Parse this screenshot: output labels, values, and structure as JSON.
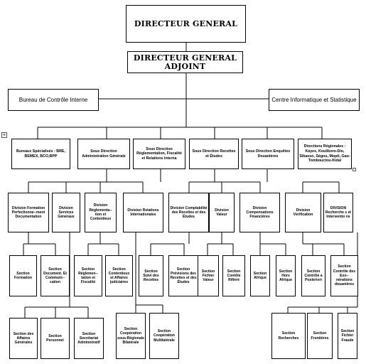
{
  "nodes": {
    "dg": "DIRECTEUR GENERAL",
    "dga": "DIRECTEUR GENERAL\nADJOINT",
    "bureau_controle": "Bureau de Contrôle Interne",
    "centre_info": "Centre Informatique et Statistique",
    "bureaux_spec": "Bureaux Spécialisés : BRE, BEMEX, BCO,BPP",
    "sd_admin": "Sous Direction Administration Générale",
    "sd_reglementation": "Sous Direction Réglementation, Fiscalité et Relations interna",
    "sd_recettes": "Sous Direction Recettes et Études",
    "sd_enquetes": "Sous Direction Enquêtes Douanières",
    "dir_regionales": "Directions Régionales : Kayes, Koulikoro-Dio, Sikasso, Ségou, Mopti, Gao-Tombouctou-Kidal",
    "div_formation": "Division Formation Perfectionne--ment Documentation",
    "div_services_generaux": "Division Services Généraux",
    "div_reglementation": "Division Réglementa--tion et Contentieux",
    "div_relations_int": "Division Relations Internationales",
    "div_comptabilite": "Division Comptabilité des Recettes et des Études",
    "div_valeur": "Division Valeur",
    "div_compensations": "Division Compensations Financières",
    "div_verification": "Division Vérification",
    "div_recherches": "DIVISION Recherche s et Interventio ns",
    "sec_formation": "Section Formation",
    "sec_document": "Section Document. Et Communi--cation",
    "sec_reglementation": "Section Réglemen--tation et Fiscalité",
    "sec_contentieux": "Section Contentieux et Affaires judiciaires",
    "sec_suivi_recettes": "Section Suivi des Recettes",
    "sec_previsions": "Section Prévisions des Recettes et des Études",
    "sec_fichier_valeur": "Section Fichier Valeur",
    "sec_contole_ritiere": "Section Contôle Rifiéré",
    "sec_afrique": "Section Afrique",
    "sec_hors_afrique": "Section Hors Afrique",
    "sec_controle_posteriori": "Section Contrôle a Posteriori",
    "sec_controle_exonerations": "Section Contrôle des Exo--nérations douanières",
    "sec_affaires_generales": "Section des Affaires Générales",
    "sec_personnel": "Section Personnel",
    "sec_secretariat": "Section Secrétariat Administratif",
    "sec_coop_sous_regionale": "Section Coopération sous-Régionale Bilatérale",
    "sec_coop_multilaterale": "Section Coopération Multilatérale",
    "sec_recherches": "Section Recherches",
    "sec_frontieres": "Section Frontières",
    "sec_fichier_fraude": "Section Fichier Fraude"
  }
}
